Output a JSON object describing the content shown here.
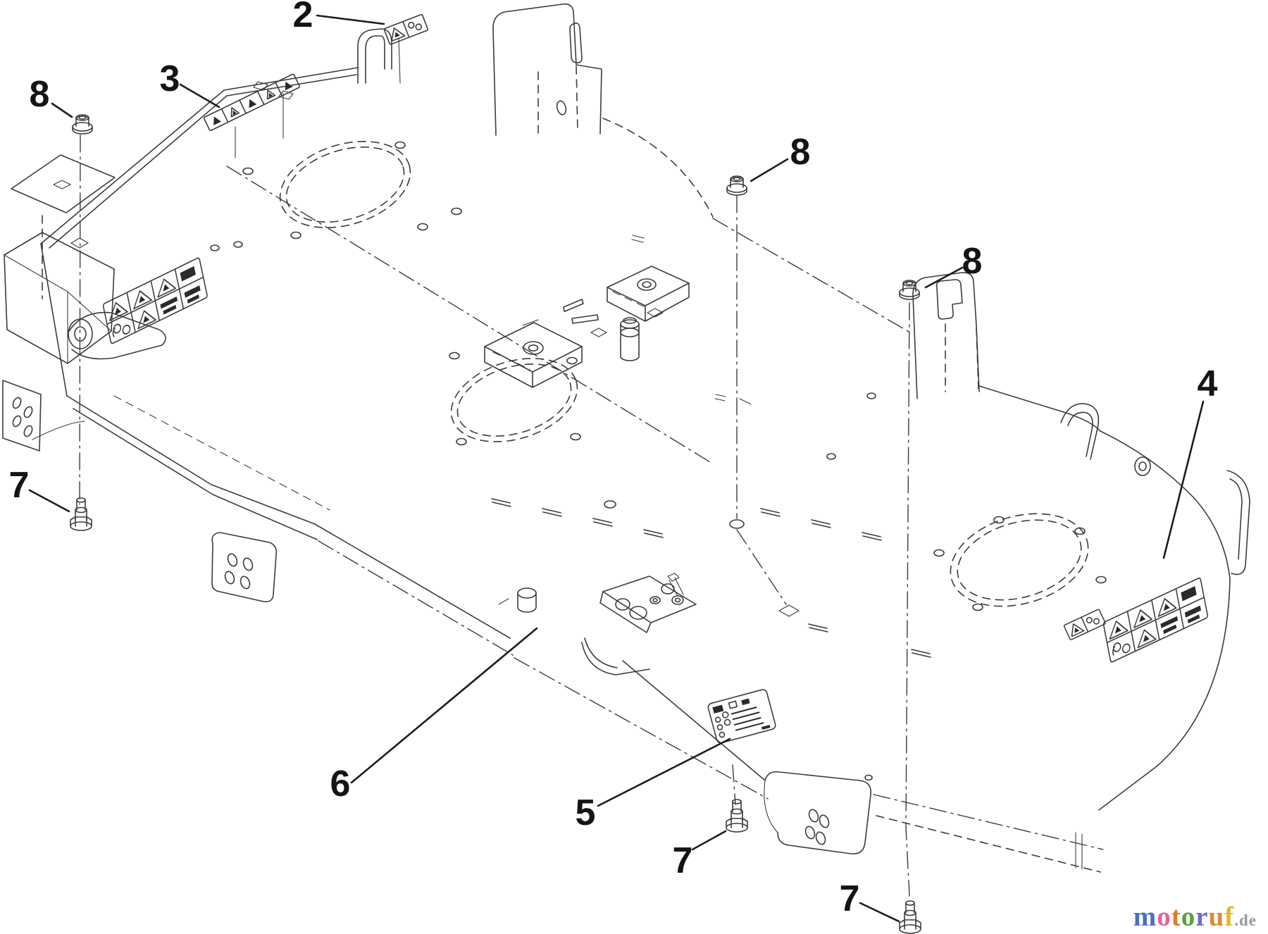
{
  "figure": {
    "background": "#ffffff",
    "line_color": "#3c3c3c",
    "kind": "exploded-parts-line-drawing"
  },
  "callouts": [
    {
      "id": "2",
      "label": "2"
    },
    {
      "id": "3",
      "label": "3"
    },
    {
      "id": "8a",
      "label": "8"
    },
    {
      "id": "8b",
      "label": "8"
    },
    {
      "id": "8c",
      "label": "8"
    },
    {
      "id": "4",
      "label": "4"
    },
    {
      "id": "7a",
      "label": "7"
    },
    {
      "id": "6",
      "label": "6"
    },
    {
      "id": "5",
      "label": "5"
    },
    {
      "id": "7b",
      "label": "7"
    },
    {
      "id": "7c",
      "label": "7"
    }
  ],
  "watermark": {
    "letters": [
      {
        "char": "m",
        "color": "#4a6fc9"
      },
      {
        "char": "o",
        "color": "#e0639e"
      },
      {
        "char": "t",
        "color": "#e07b28"
      },
      {
        "char": "o",
        "color": "#5aa13f"
      },
      {
        "char": "r",
        "color": "#6f6bc4"
      },
      {
        "char": "u",
        "color": "#e08a2e"
      },
      {
        "char": "f",
        "color": "#e3b82a"
      }
    ],
    "suffix": ".de",
    "suffix_color": "#999999"
  }
}
